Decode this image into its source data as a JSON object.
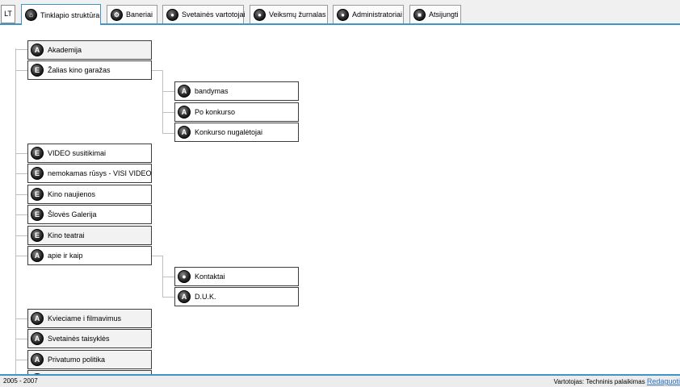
{
  "language": "LT",
  "tabs": [
    {
      "label": "Tinklapio struktūra",
      "icon": "home-icon",
      "glyph": "⌂"
    },
    {
      "label": "Baneriai",
      "icon": "gear-icon",
      "glyph": "⚙"
    },
    {
      "label": "Svetainės vartotojai",
      "icon": "user-icon",
      "glyph": "●"
    },
    {
      "label": "Veiksmų žurnalas",
      "icon": "journal-icon",
      "glyph": "●"
    },
    {
      "label": "Administratoriai",
      "icon": "admin-icon",
      "glyph": "●"
    },
    {
      "label": "Atsijungti",
      "icon": "lock-icon",
      "glyph": "■"
    }
  ],
  "tree": [
    {
      "label": "Akademija",
      "icon": "A",
      "icon_name": "article-icon",
      "shade": "gray"
    },
    {
      "label": "Žalias kino garažas",
      "icon": "E",
      "icon_name": "external-icon",
      "shade": "white",
      "children": [
        {
          "label": "bandymas",
          "icon": "A",
          "icon_name": "article-icon",
          "shade": "white"
        },
        {
          "label": "Po konkurso",
          "icon": "A",
          "icon_name": "article-icon",
          "shade": "white"
        },
        {
          "label": "Konkurso nugalėtojai",
          "icon": "A",
          "icon_name": "article-icon",
          "shade": "white"
        }
      ]
    },
    {
      "label": "VIDEO susitikimai",
      "icon": "E",
      "icon_name": "external-icon",
      "shade": "white"
    },
    {
      "label": "nemokamas rūsys - VISI VIDEO",
      "icon": "E",
      "icon_name": "external-icon",
      "shade": "white"
    },
    {
      "label": "Kino naujienos",
      "icon": "E",
      "icon_name": "external-icon",
      "shade": "white"
    },
    {
      "label": "Šlovės Galerija",
      "icon": "E",
      "icon_name": "external-icon",
      "shade": "white"
    },
    {
      "label": "Kino teatrai",
      "icon": "E",
      "icon_name": "external-icon",
      "shade": "gray"
    },
    {
      "label": "apie ir kaip",
      "icon": "A",
      "icon_name": "article-icon",
      "shade": "white",
      "children": [
        {
          "label": "Kontaktai",
          "icon": "●",
          "icon_name": "contact-icon",
          "shade": "white"
        },
        {
          "label": "D.U.K.",
          "icon": "A",
          "icon_name": "article-icon",
          "shade": "white"
        }
      ]
    },
    {
      "label": "Kvieciame i filmavimus",
      "icon": "A",
      "icon_name": "article-icon",
      "shade": "gray"
    },
    {
      "label": "Svetainės taisyklės",
      "icon": "A",
      "icon_name": "article-icon",
      "shade": "gray"
    },
    {
      "label": "Privatumo politika",
      "icon": "A",
      "icon_name": "article-icon",
      "shade": "gray"
    },
    {
      "label": "",
      "icon": "A",
      "icon_name": "article-icon",
      "shade": "gray"
    }
  ],
  "footer": {
    "copyright": "2005 - 2007",
    "user_label": "Vartotojas: Techninis palaikimas",
    "edit_label": "Redaguoti"
  }
}
